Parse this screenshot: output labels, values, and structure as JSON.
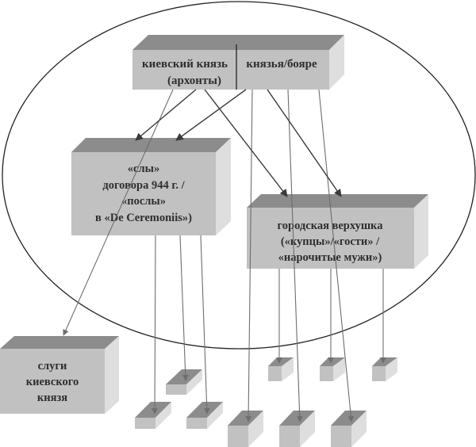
{
  "diagram": {
    "type": "hierarchy-with-boundary",
    "colors": {
      "box_front": "#c1c1c1",
      "box_top": "#8c8c8c",
      "box_side": "#dedede",
      "arrow_dark": "#3a3a3a",
      "line_gray": "#7a7a7a",
      "ellipse": "#222222",
      "text": "#2e2e2e"
    },
    "nodes": {
      "rulers": {
        "left_label": "киевский князь",
        "right_label": "князья/бояре",
        "sub_label": "(архонты)"
      },
      "envoys": {
        "lines": [
          "«слы»",
          "договора 944 г. /",
          "«послы»",
          "в «De Ceremoniis»)"
        ]
      },
      "urban_elite": {
        "lines": [
          "городская верхушка",
          "(«купцы»/«гости» /",
          "«нарочитые мужи»)"
        ]
      },
      "servants": {
        "lines": [
          "слуги",
          "киевского",
          "князя"
        ]
      }
    },
    "edges": [
      {
        "from": "rulers",
        "to": "envoys",
        "style": "dark-arrow"
      },
      {
        "from": "rulers",
        "to": "envoys",
        "style": "dark-arrow"
      },
      {
        "from": "rulers",
        "to": "urban_elite",
        "style": "dark-arrow"
      },
      {
        "from": "rulers",
        "to": "urban_elite",
        "style": "dark-arrow"
      },
      {
        "from": "rulers",
        "to": "servants",
        "style": "gray-arrow"
      },
      {
        "from": "rulers",
        "to": "dependent-1",
        "style": "gray-arrow"
      },
      {
        "from": "rulers",
        "to": "dependent-2",
        "style": "gray-arrow"
      },
      {
        "from": "rulers",
        "to": "dependent-3",
        "style": "gray-arrow"
      },
      {
        "from": "envoys",
        "to": "dependent-4",
        "style": "gray-arrow"
      },
      {
        "from": "envoys",
        "to": "dependent-5",
        "style": "gray-arrow"
      },
      {
        "from": "envoys",
        "to": "dependent-6",
        "style": "gray-arrow"
      },
      {
        "from": "urban_elite",
        "to": "dependent-7",
        "style": "gray-arrow"
      },
      {
        "from": "urban_elite",
        "to": "dependent-8",
        "style": "gray-arrow"
      },
      {
        "from": "urban_elite",
        "to": "dependent-9",
        "style": "gray-arrow"
      }
    ]
  }
}
